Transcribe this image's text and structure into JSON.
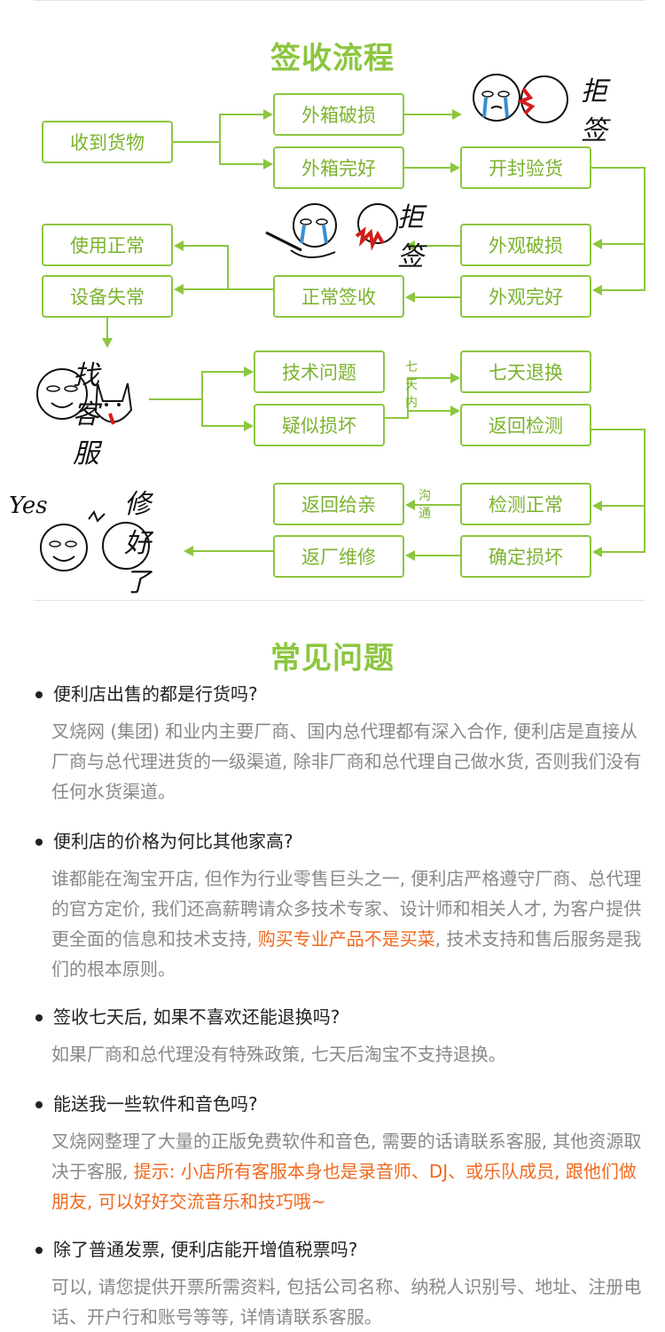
{
  "sections": {
    "process_title": "签收流程",
    "faq_title": "常见问题"
  },
  "flow": {
    "received": "收到货物",
    "outer_damaged": "外箱破损",
    "outer_intact": "外箱完好",
    "unbox_check": "开封验货",
    "look_damaged": "外观破损",
    "look_intact": "外观完好",
    "normal_sign": "正常签收",
    "use_normal": "使用正常",
    "device_fault": "设备失常",
    "tech_issue": "技术问题",
    "suspected_damage": "疑似损坏",
    "seven_day_return": "七天退换",
    "return_check": "返回检测",
    "check_normal": "检测正常",
    "confirm_damage": "确定损坏",
    "return_to_you": "返回给亲",
    "factory_repair": "返厂维修",
    "label_seven_days": "七天内",
    "label_communicate": "沟通"
  },
  "cartoons": {
    "refuse_text_1": "拒签",
    "refuse_text_2": "拒签",
    "service_text": "找客服",
    "yes_text": "Yes",
    "fixed_text": "修好了"
  },
  "faq": [
    {
      "question": "便利店出售的都是行货吗?",
      "answer_parts": [
        {
          "text": "叉烧网 (集团) 和业内主要厂商、国内总代理都有深入合作, 便利店是直接从厂商与总代理进货的一级渠道, 除非厂商和总代理自己做水货, 否则我们没有任何水货渠道。",
          "highlight": false
        }
      ]
    },
    {
      "question": "便利店的价格为何比其他家高?",
      "answer_parts": [
        {
          "text": "谁都能在淘宝开店, 但作为行业零售巨头之一, 便利店严格遵守厂商、总代理的官方定价, 我们还高薪聘请众多技术专家、设计师和相关人才, 为客户提供更全面的信息和技术支持, ",
          "highlight": false
        },
        {
          "text": "购买专业产品不是买菜",
          "highlight": true
        },
        {
          "text": ", 技术支持和售后服务是我们的根本原则。",
          "highlight": false
        }
      ]
    },
    {
      "question": "签收七天后, 如果不喜欢还能退换吗?",
      "answer_parts": [
        {
          "text": "如果厂商和总代理没有特殊政策, 七天后淘宝不支持退换。",
          "highlight": false
        }
      ]
    },
    {
      "question": "能送我一些软件和音色吗?",
      "answer_parts": [
        {
          "text": "叉烧网整理了大量的正版免费软件和音色, 需要的话请联系客服, 其他资源取决于客服, ",
          "highlight": false
        },
        {
          "text": "提示: 小店所有客服本身也是录音师、DJ、或乐队成员, 跟他们做朋友, 可以好好交流音乐和技巧哦~",
          "highlight": true
        }
      ]
    },
    {
      "question": "除了普通发票, 便利店能开增值税票吗?",
      "answer_parts": [
        {
          "text": "可以, 请您提供开票所需资料, 包括公司名称、纳税人识别号、地址、注册电话、开户行和账号等等, 详情请联系客服。",
          "highlight": false
        }
      ]
    }
  ],
  "colors": {
    "accent": "#8cc63f",
    "accent_text": "#7bb32e",
    "highlight": "#ef6a1f",
    "answer": "#888888"
  }
}
